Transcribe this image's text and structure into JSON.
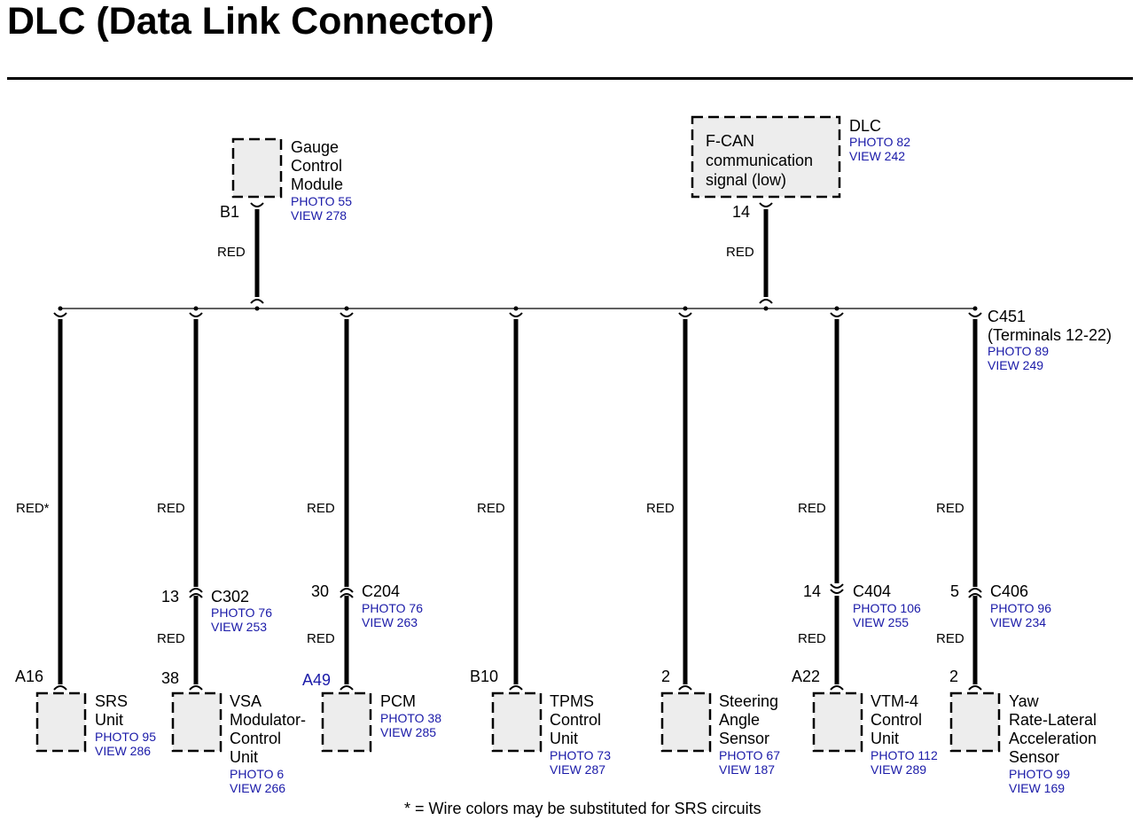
{
  "title": "DLC (Data Link Connector)",
  "footnote": "* = Wire colors may be substituted for SRS circuits",
  "top": {
    "gauge": {
      "name": [
        "Gauge",
        "Control",
        "Module"
      ],
      "photo": "PHOTO 55",
      "view": "VIEW 278",
      "pin": "B1",
      "wire": "RED"
    },
    "dlc": {
      "name": [
        "F-CAN",
        "communication",
        "signal (low)"
      ],
      "label": "DLC",
      "photo": "PHOTO 82",
      "view": "VIEW 242",
      "pin": "14",
      "wire": "RED"
    }
  },
  "splice": {
    "name": "C451",
    "terms": "(Terminals 12-22)",
    "photo": "PHOTO 89",
    "view": "VIEW 249"
  },
  "branches": [
    {
      "wire": "RED*",
      "pin": "A16",
      "name": [
        "SRS",
        "Unit"
      ],
      "photo": "PHOTO 95",
      "view": "VIEW 286"
    },
    {
      "wire": "RED",
      "conn": {
        "pin": "13",
        "name": "C302",
        "photo": "PHOTO 76",
        "view": "VIEW 253"
      },
      "wire2": "RED",
      "pin": "38",
      "name": [
        "VSA",
        "Modulator-",
        "Control",
        "Unit"
      ],
      "photo": "PHOTO 6",
      "view": "VIEW 266"
    },
    {
      "wire": "RED",
      "conn": {
        "pin": "30",
        "name": "C204",
        "photo": "PHOTO 76",
        "view": "VIEW 263"
      },
      "wire2": "RED",
      "pin": "A49",
      "name": [
        "PCM"
      ],
      "photo": "PHOTO 38",
      "view": "VIEW 285"
    },
    {
      "wire": "RED",
      "pin": "B10",
      "name": [
        "TPMS",
        "Control",
        "Unit"
      ],
      "photo": "PHOTO 73",
      "view": "VIEW 287"
    },
    {
      "wire": "RED",
      "pin": "2",
      "name": [
        "Steering",
        "Angle",
        "Sensor"
      ],
      "photo": "PHOTO 67",
      "view": "VIEW 187"
    },
    {
      "wire": "RED",
      "conn": {
        "pin": "14",
        "name": "C404",
        "photo": "PHOTO 106",
        "view": "VIEW 255"
      },
      "wire2": "RED",
      "pin": "A22",
      "name": [
        "VTM-4",
        "Control",
        "Unit"
      ],
      "photo": "PHOTO 112",
      "view": "VIEW 289"
    },
    {
      "wire": "RED",
      "conn": {
        "pin": "5",
        "name": "C406",
        "photo": "PHOTO 96",
        "view": "VIEW 234"
      },
      "wire2": "RED",
      "pin": "2",
      "name": [
        "Yaw",
        "Rate-Lateral",
        "Acceleration",
        "Sensor"
      ],
      "photo": "PHOTO 99",
      "view": "VIEW 169"
    }
  ]
}
